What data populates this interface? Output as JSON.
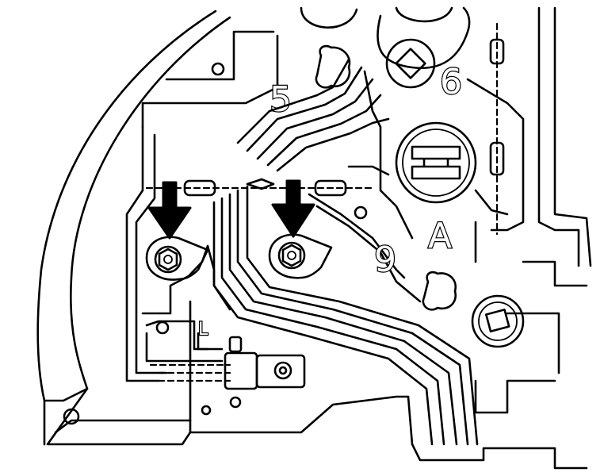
{
  "labels": {
    "five": "5",
    "six": "6",
    "a": "A",
    "nine": "9",
    "l": "L"
  },
  "colors": {
    "ink": "#000000",
    "paper": "#ffffff"
  },
  "icons": [
    "down-arrow-icon",
    "bolt-icon"
  ]
}
